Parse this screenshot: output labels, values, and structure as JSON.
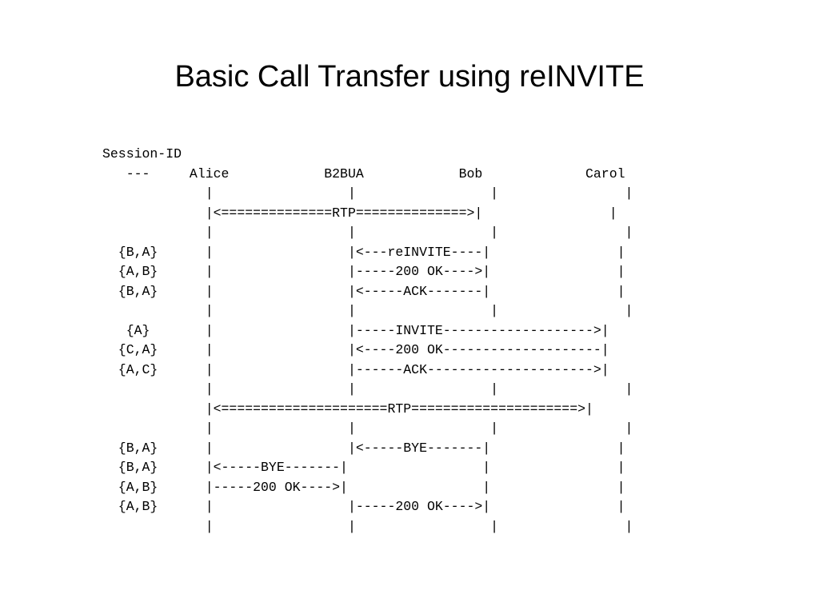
{
  "slide": {
    "title": "Basic Call Transfer using reINVITE"
  },
  "diagram": {
    "lines": [
      "Session-ID",
      "   ---     Alice            B2BUA            Bob             Carol",
      "             |                 |                 |                |",
      "             |<==============RTP==============>|                |",
      "             |                 |                 |                |",
      "  {B,A}      |                 |<---reINVITE----|                |",
      "  {A,B}      |                 |-----200 OK---->|                |",
      "  {B,A}      |                 |<-----ACK-------|                |",
      "             |                 |                 |                |",
      "   {A}       |                 |-----INVITE------------------->|",
      "  {C,A}      |                 |<----200 OK--------------------|",
      "  {A,C}      |                 |------ACK--------------------->|",
      "             |                 |                 |                |",
      "             |<=====================RTP=====================>|",
      "             |                 |                 |                |",
      "  {B,A}      |                 |<-----BYE-------|                |",
      "  {B,A}      |<-----BYE-------|                 |                |",
      "  {A,B}      |-----200 OK---->|                 |                |",
      "  {A,B}      |                 |-----200 OK---->|                |",
      "             |                 |                 |                |"
    ]
  }
}
